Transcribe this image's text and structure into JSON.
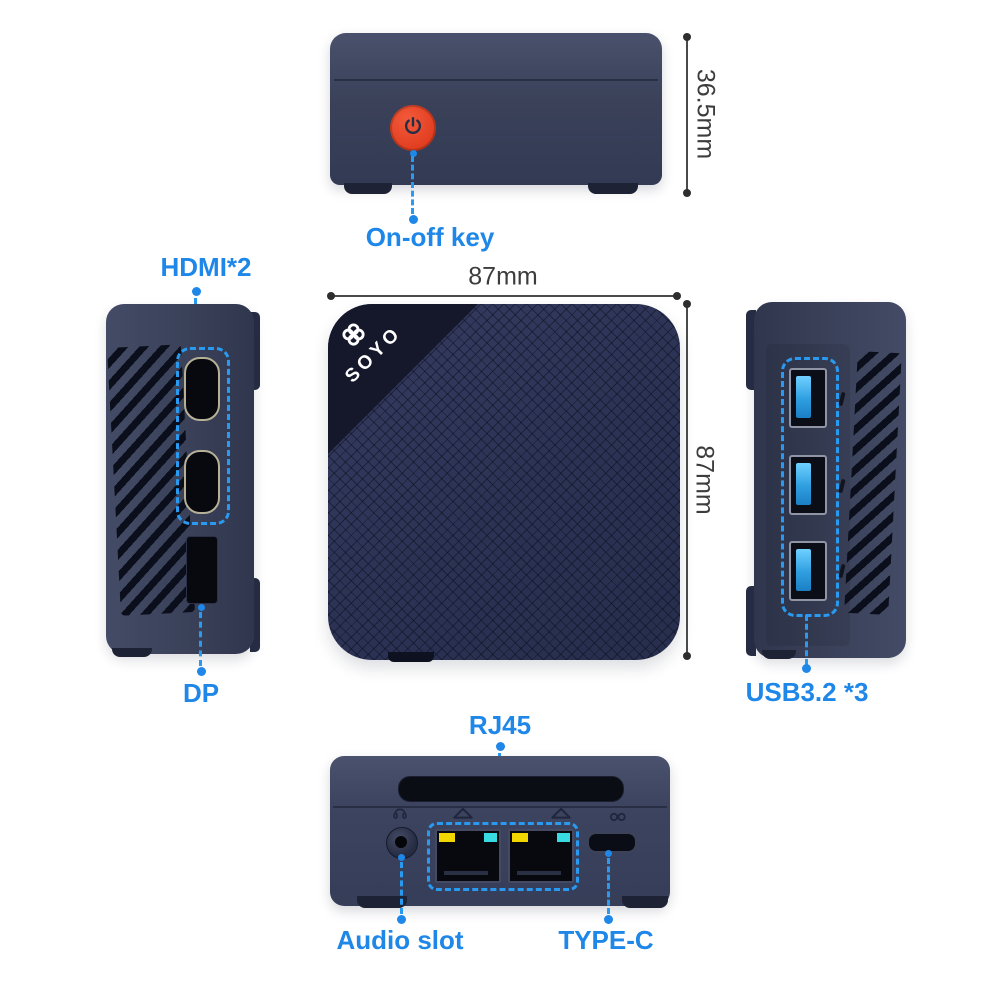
{
  "brand": {
    "logo_text": "SOYO"
  },
  "labels": {
    "on_off": "On-off key",
    "hdmi": "HDMI*2",
    "dp": "DP",
    "usb": "USB3.2 *3",
    "rj45": "RJ45",
    "audio": "Audio slot",
    "typec": "TYPE-C"
  },
  "dimensions": {
    "height": "36.5mm",
    "width": "87mm",
    "depth": "87mm"
  },
  "colors": {
    "label_blue": "#1e87e8",
    "callout_blue": "#2a9af0",
    "body_navy": "#3a4159",
    "top_navy": "#2d3355",
    "power_red": "#e34022",
    "dimension_gray": "#3c3c3c",
    "led_yellow": "#f2d600",
    "led_cyan": "#38dbe2",
    "usb_blue": "#2f9fe0"
  }
}
